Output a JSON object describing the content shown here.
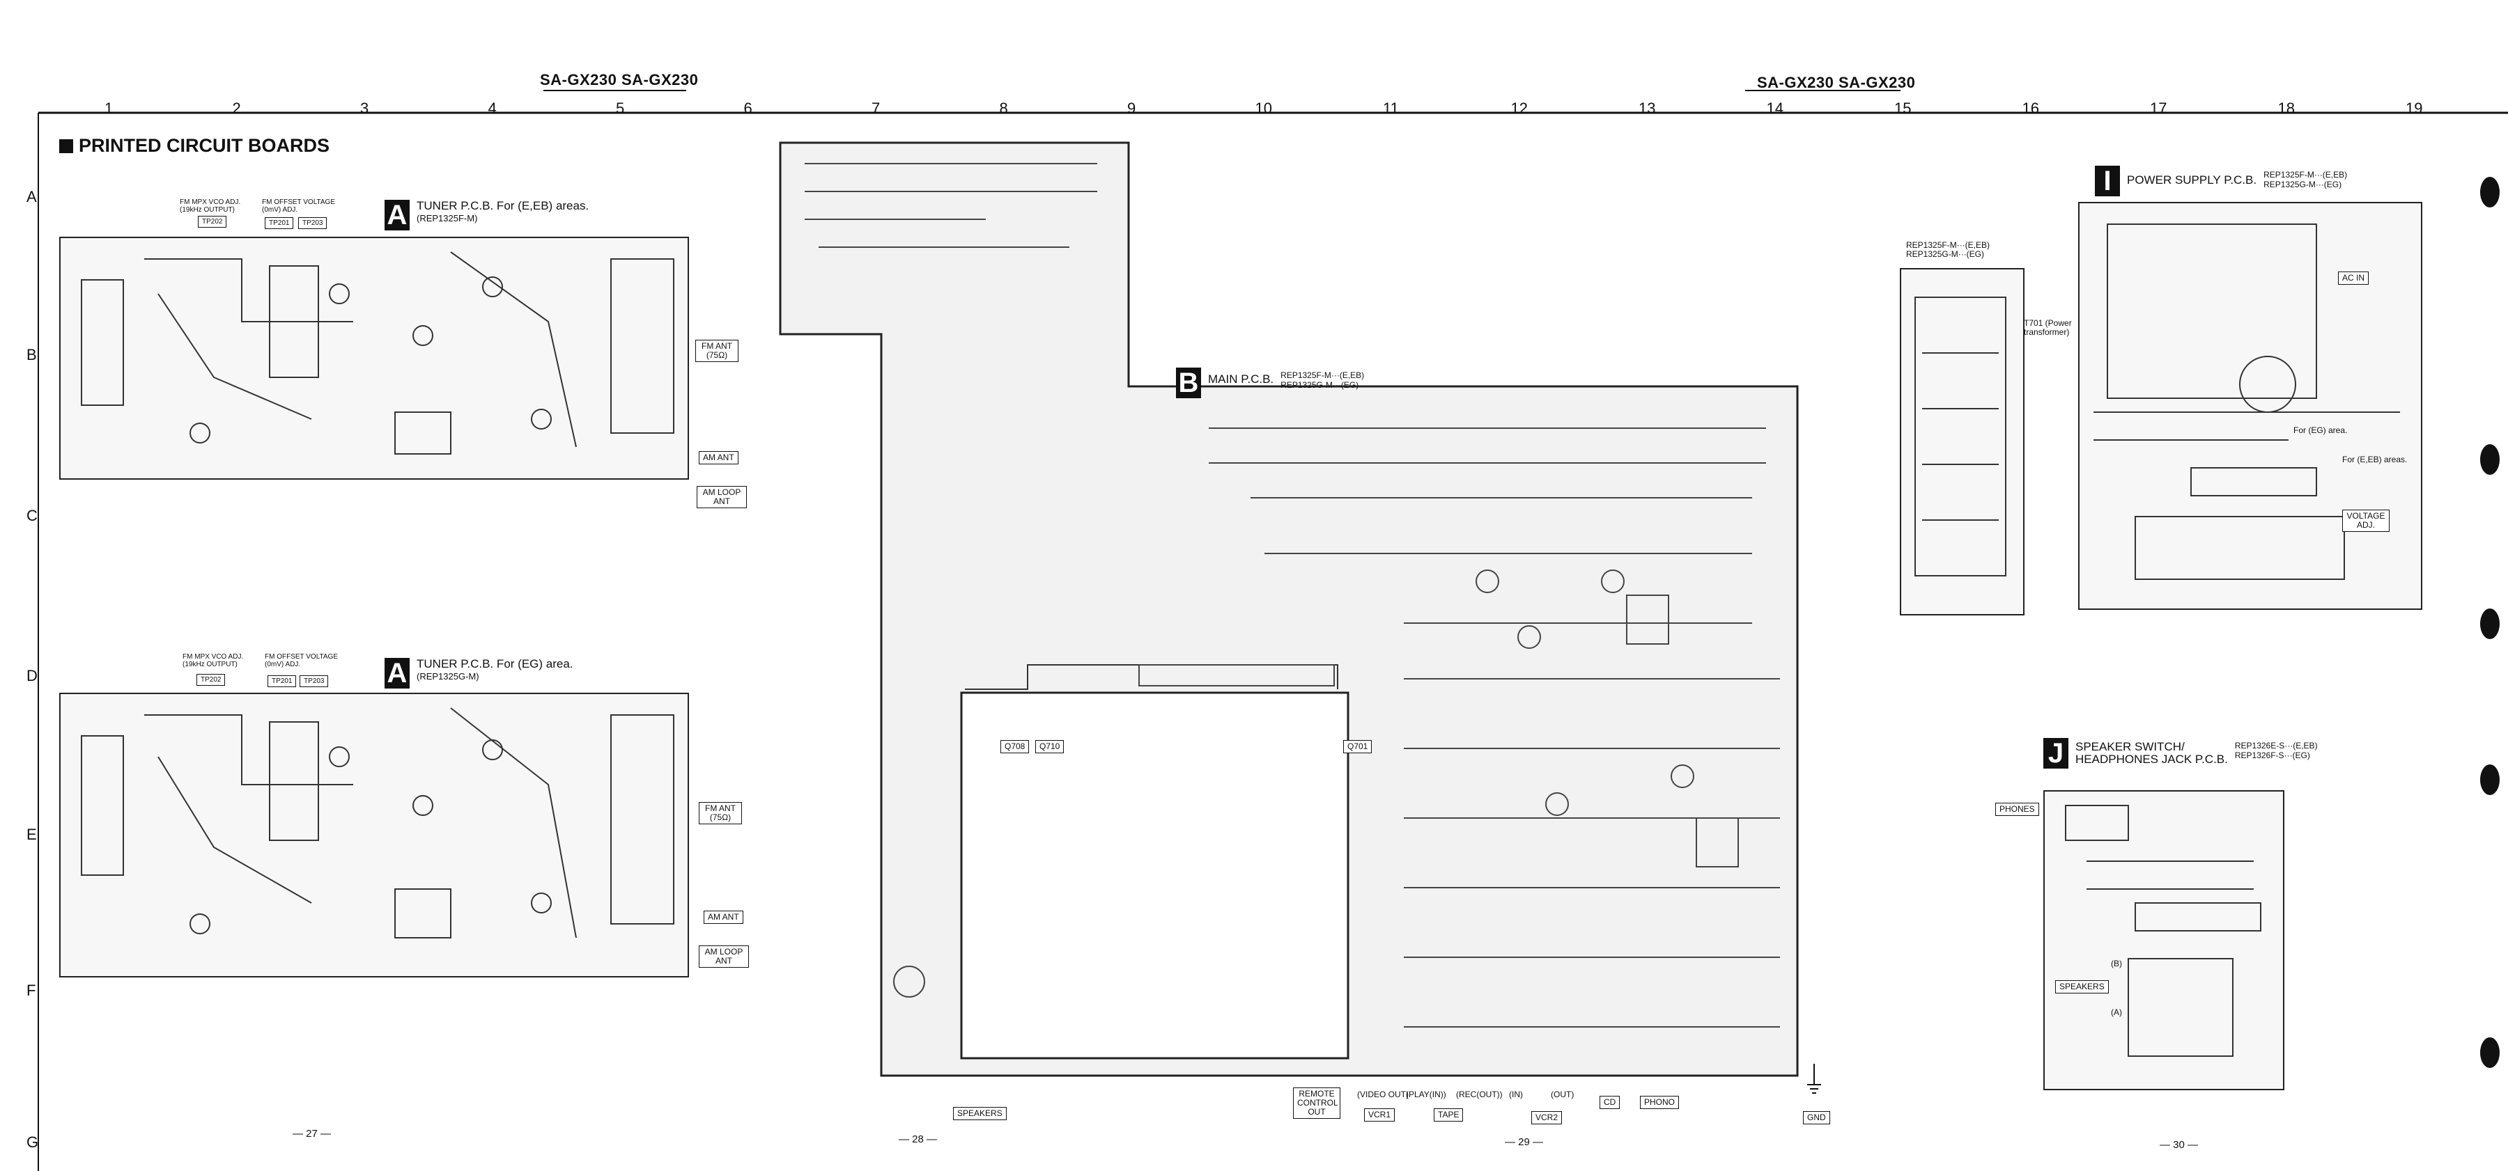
{
  "header": {
    "model_left": "SA-GX230  SA-GX230",
    "model_right": "SA-GX230  SA-GX230"
  },
  "columns": [
    "1",
    "2",
    "3",
    "4",
    "5",
    "6",
    "7",
    "8",
    "9",
    "10",
    "11",
    "12",
    "13",
    "14",
    "15",
    "16",
    "17",
    "18",
    "19"
  ],
  "rows": [
    "A",
    "B",
    "C",
    "D",
    "E",
    "F",
    "G"
  ],
  "section_title": "PRINTED CIRCUIT BOARDS",
  "boards": {
    "tuner_a1": {
      "letter": "A",
      "name": "TUNER P.C.B. For (E,EB) areas.",
      "model": "(REP1325F-M)",
      "adj1": "FM MPX VCO ADJ. (19kHz OUTPUT)",
      "adj2": "FM OFFSET VOLTAGE (0mV) ADJ.",
      "tp1": "TP202",
      "tp2": "TP201",
      "tp3": "TP203",
      "fm_ant": "FM ANT (75Ω)",
      "am_ant": "AM ANT",
      "am_loop": "AM LOOP ANT"
    },
    "tuner_a2": {
      "letter": "A",
      "name": "TUNER P.C.B. For (EG) area.",
      "model": "(REP1325G-M)",
      "adj1": "FM MPX VCO ADJ. (19kHz OUTPUT)",
      "adj2": "FM OFFSET VOLTAGE (0mV) ADJ.",
      "tp1": "TP202",
      "tp2": "TP201",
      "tp3": "TP203",
      "fm_ant": "FM ANT (75Ω)",
      "am_ant": "AM ANT",
      "am_loop": "AM LOOP ANT"
    },
    "main_b": {
      "letter": "B",
      "name": "MAIN P.C.B.",
      "model1": "REP1325F-M···(E,EB)",
      "model2": "REP1325G-M···(EG)",
      "q708": "Q708",
      "q710": "Q710",
      "q701": "Q701",
      "speakers": "SPEAKERS",
      "remote": "REMOTE CONTROL OUT",
      "vcr1": "VCR1",
      "tape": "TAPE",
      "vcr2": "VCR2",
      "cd": "CD",
      "phono": "PHONO",
      "gnd": "GND",
      "video_out": "(VIDEO OUT)",
      "play_in": "(PLAY(IN))",
      "rec_out": "(REC(OUT))",
      "in": "(IN)",
      "out": "(OUT)"
    },
    "power_i": {
      "letter": "I",
      "name": "POWER SUPPLY P.C.B.",
      "model1": "REP1325F-M···(E,EB)",
      "model2": "REP1325G-M···(EG)",
      "side_model1": "REP1325F-M···(E,EB)",
      "side_model2": "REP1325G-M···(EG)",
      "ac_in": "AC IN",
      "eg_area": "For (EG) area.",
      "eeb_area": "For (E,EB) areas.",
      "voltage_adj": "VOLTAGE ADJ.",
      "t701": "T701 (Power transformer)"
    },
    "speaker_j": {
      "letter": "J",
      "name1": "SPEAKER SWITCH/",
      "name2": "HEADPHONES JACK P.C.B.",
      "model1": "REP1326E-S···(E,EB)",
      "model2": "REP1326F-S···(EG)",
      "phones": "PHONES",
      "speakers": "SPEAKERS",
      "b": "(B)",
      "a": "(A)"
    }
  },
  "page_numbers": [
    "— 27 —",
    "— 28 —",
    "— 29 —",
    "— 30 —"
  ]
}
